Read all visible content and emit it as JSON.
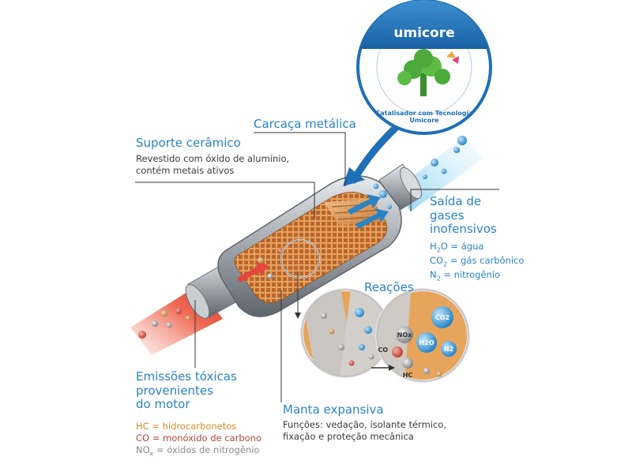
{
  "badge": {
    "brand": "umicore",
    "ring_text": "Catalisador com Tecnologia Umicore",
    "icon": "green-tree-butterfly-icon"
  },
  "labels": {
    "carcaca": {
      "title": "Carcaça metálica"
    },
    "suporte": {
      "title": "Suporte cerâmico",
      "desc": [
        "Revestido com óxido de alumínio,",
        "contém metais ativos"
      ]
    },
    "saida": {
      "title": [
        "Saída de",
        "gases",
        "inofensivos"
      ],
      "items": [
        {
          "formula": "H",
          "sub": "2",
          "rest": "O = água"
        },
        {
          "formula": "CO",
          "sub": "2",
          "rest": " = gás carbônico"
        },
        {
          "formula": "N",
          "sub": "2",
          "rest": " = nitrogênio"
        }
      ]
    },
    "reacoes": {
      "title": "Reações"
    },
    "emissoes": {
      "title": [
        "Emissões tóxicas",
        "provenientes",
        "do motor"
      ],
      "hc": "HC = hidrocarbonetos",
      "co": "CO = monóxido de carbono",
      "nox": {
        "formula": "NO",
        "sub": "x",
        "rest": " = óxidos de nitrogênio"
      }
    },
    "manta": {
      "title": "Manta expansiva",
      "desc": [
        "Funções: vedação, isolante térmico,",
        "fixação e proteção mecânica"
      ]
    }
  },
  "molecules": {
    "co2": "CO2",
    "h2o": "H2O",
    "n2": "N2",
    "nox": "NOx",
    "co": "CO",
    "hc": "HC"
  },
  "colors": {
    "accent_blue": "#2a84c4",
    "badge_blue": "#1f6fb5",
    "hot_red": "#e8453c",
    "ceramic": "#e0a05a",
    "metal": "#9aa0a6",
    "green": "#4caa3a"
  }
}
